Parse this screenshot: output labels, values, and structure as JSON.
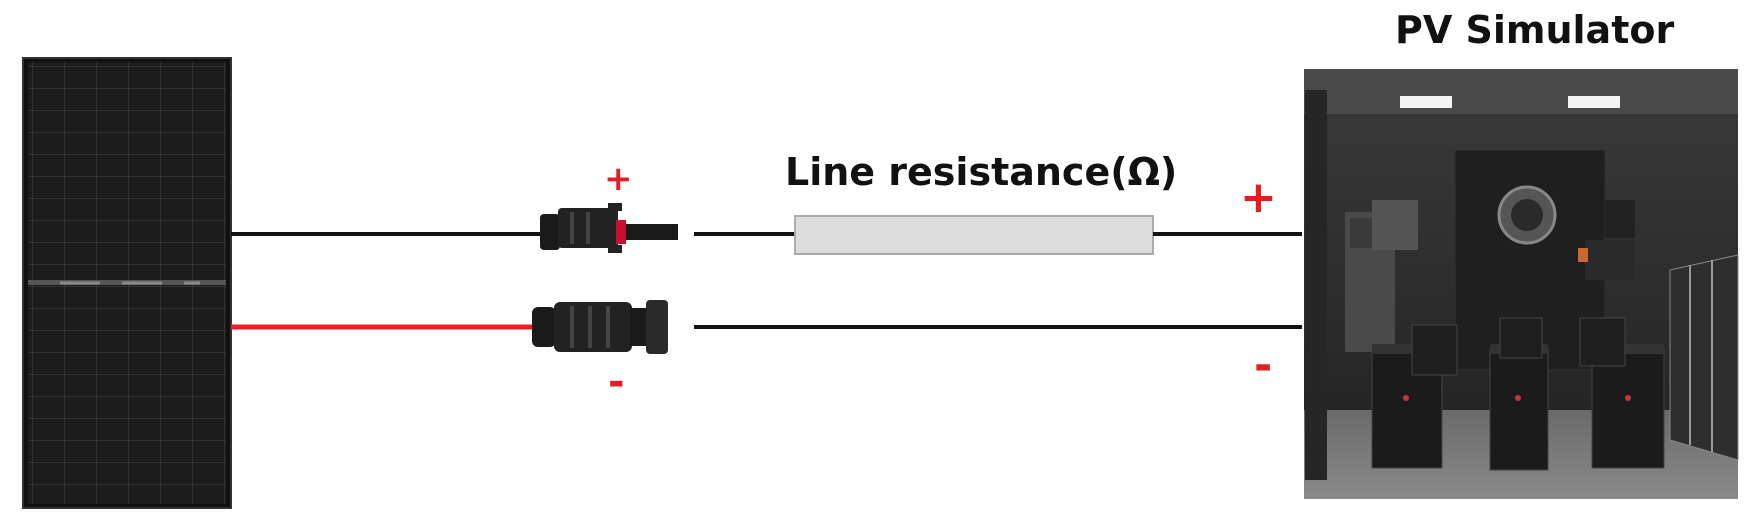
{
  "simulator": {
    "title": "PV Simulator"
  },
  "resistor": {
    "label": "Line resistance(Ω)"
  },
  "polarity": {
    "pv_positive": "+",
    "pv_negative": "-",
    "sim_positive": "+",
    "sim_negative": "-"
  },
  "colors": {
    "positive_cable": "#e8202a",
    "negative_cable": "#111111",
    "sign": "#e02020",
    "resistor_fill": "#dcdcdc",
    "panel": "#1b1b1b"
  },
  "icons": {
    "panel": "solar-panel-icon",
    "connector": "mc4-connector-icon",
    "simulator": "pv-simulator-room-photo"
  }
}
